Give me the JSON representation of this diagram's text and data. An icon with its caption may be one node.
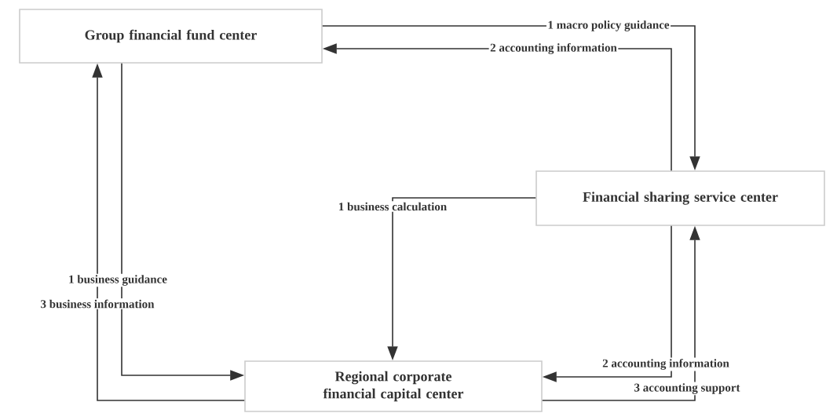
{
  "diagram": {
    "nodes": [
      {
        "text": [
          "Group financial fund center"
        ]
      },
      {
        "text": [
          "Financial sharing service center"
        ]
      },
      {
        "text": [
          "Regional corporate financial capital center"
        ]
      }
    ],
    "edges": [
      {
        "from": 0,
        "to": 1,
        "arrow": "to",
        "label": "1 macro policy guidance"
      },
      {
        "from": 1,
        "to": 0,
        "arrow": "to",
        "label": "2 accounting information"
      },
      {
        "from": 1,
        "to": 2,
        "arrow": "to",
        "label": "1 business calculation"
      },
      {
        "from": 0,
        "to": 2,
        "arrow": "to",
        "label": "1 business guidance"
      },
      {
        "from": 2,
        "to": 0,
        "arrow": "to",
        "label": "3 business information"
      },
      {
        "from": 1,
        "to": 2,
        "arrow": "to",
        "label": "2 accounting information"
      },
      {
        "from": 2,
        "to": 1,
        "arrow": "to",
        "label": "3 accounting support"
      }
    ]
  }
}
